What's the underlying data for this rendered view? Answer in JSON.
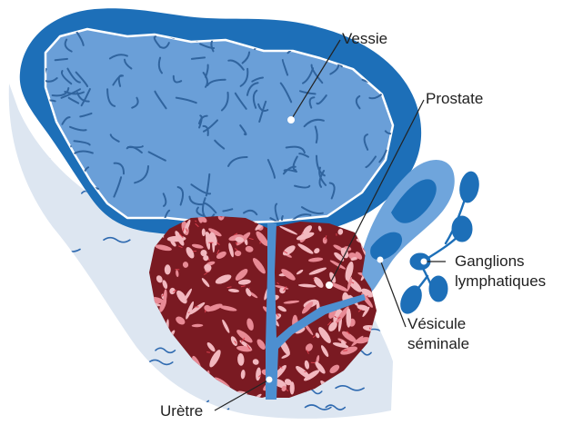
{
  "labels": {
    "bladder": "Vessie",
    "prostate": "Prostate",
    "lymph_nodes_line1": "Ganglions",
    "lymph_nodes_line2": "lymphatiques",
    "seminal_vesicle_line1": "Vésicule",
    "seminal_vesicle_line2": "séminale",
    "urethra": "Urètre"
  },
  "colors": {
    "bladder_wall": "#1d6fb8",
    "bladder_inner": "#6a9fd8",
    "bladder_texture": "#2b5e98",
    "prostate": "#7a1a22",
    "prostate_texture": "#f2b8bf",
    "tissue": "#dde6f1",
    "tissue_squiggle": "#2f6ab0",
    "urethra": "#4d8fd0",
    "lymph_nodes": "#1d6fb8",
    "seminal_vesicle": "#6fa5dc",
    "leader_lines": "#222222",
    "text": "#1f1f1f"
  }
}
